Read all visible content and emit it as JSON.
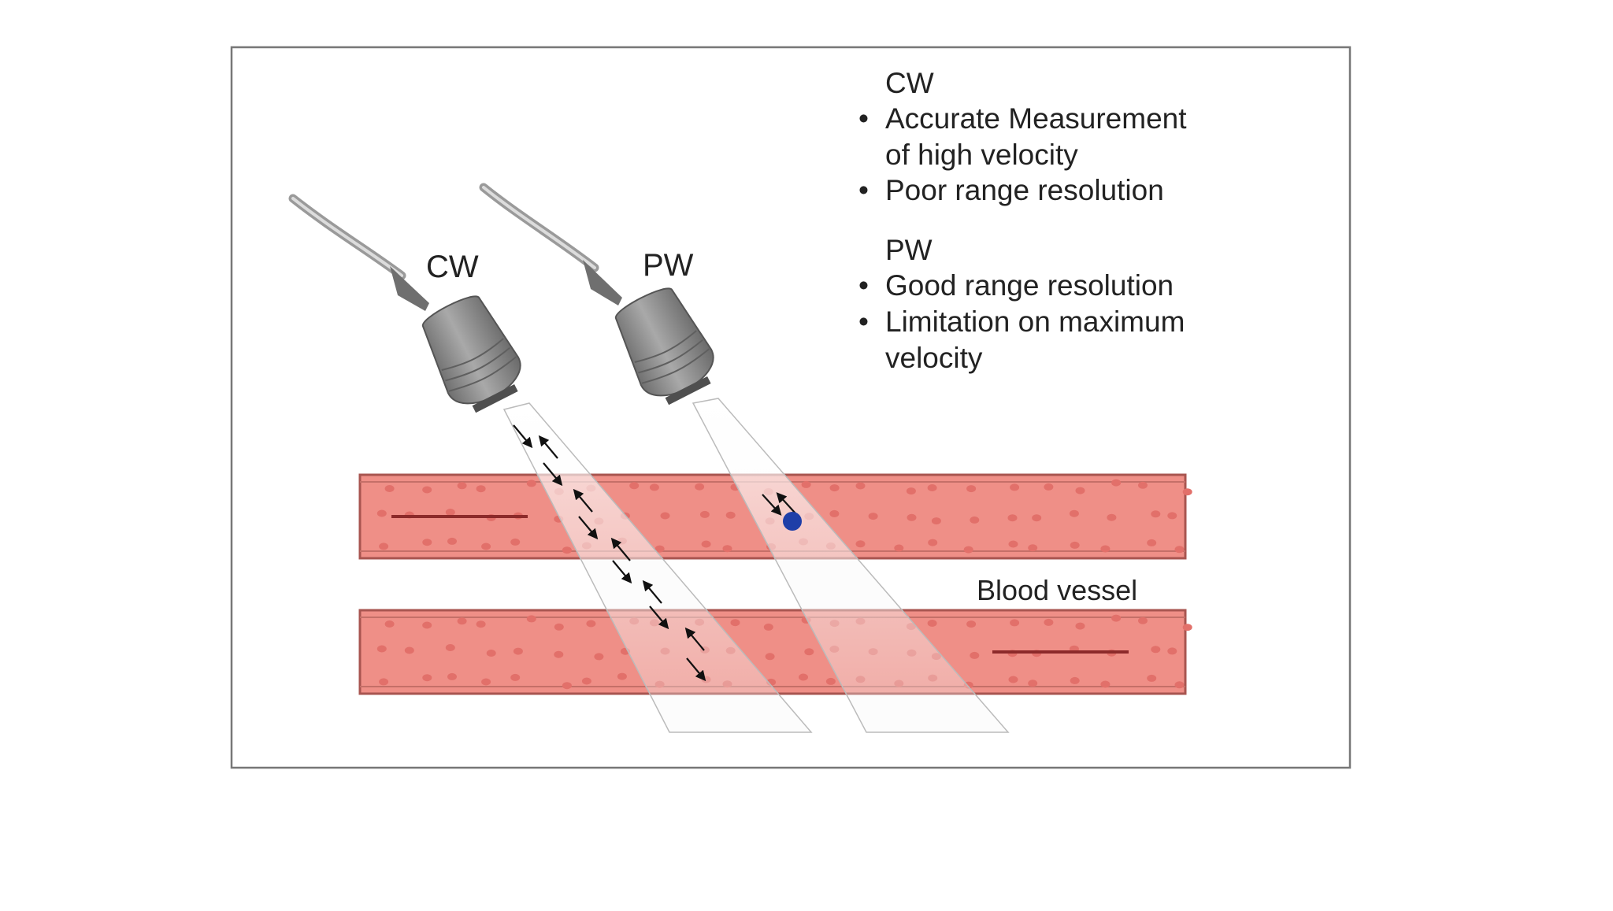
{
  "probes": {
    "cw_label": "CW",
    "pw_label": "PW"
  },
  "info": {
    "cw": {
      "heading": "CW",
      "bullets": [
        "Accurate Measurement",
        "of high velocity",
        "Poor range resolution"
      ]
    },
    "pw": {
      "heading": "PW",
      "bullets": [
        "Good range resolution",
        "Limitation on maximum",
        "velocity"
      ]
    }
  },
  "vessel_label": "Blood vessel",
  "colors": {
    "vessel_fill": "#ef8f87",
    "vessel_edge": "#a85550",
    "cell": "#e2706a",
    "flow_line": "#8c2a2a",
    "probe_body": "#8a8a8a",
    "sample_volume": "#1f3ea8"
  }
}
